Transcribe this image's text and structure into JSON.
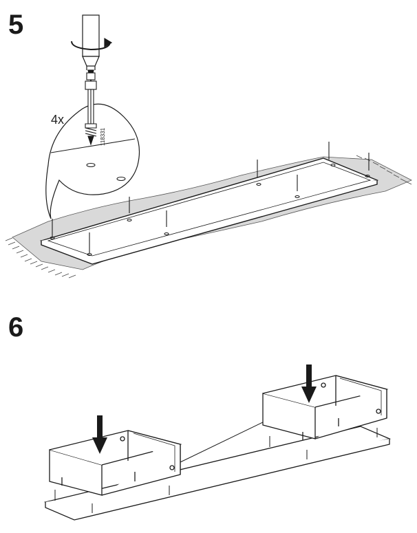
{
  "step5": {
    "number": "5",
    "quantity_label": "4x",
    "part_number": "118331"
  },
  "step6": {
    "number": "6"
  }
}
